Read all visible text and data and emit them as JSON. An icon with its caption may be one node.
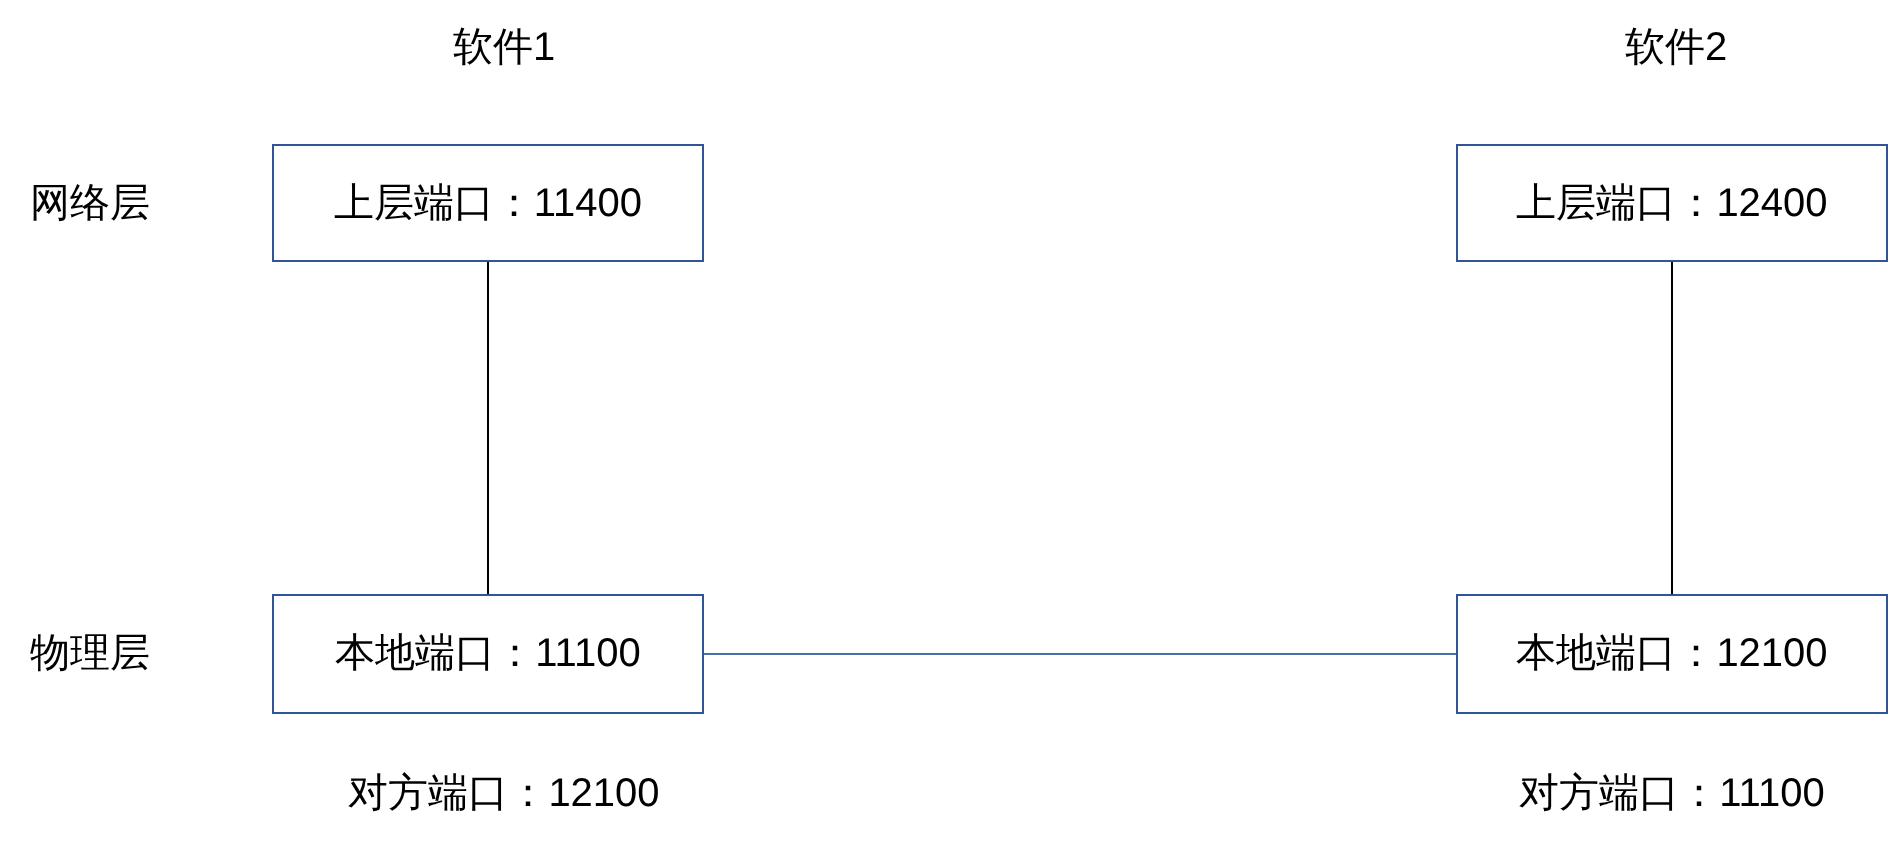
{
  "diagram": {
    "nodes": [
      {
        "text": [
          "上层端口：11400"
        ]
      },
      {
        "text": [
          "本地端口：11100"
        ],
        "beside": [
          "对方端口：12100"
        ]
      },
      {
        "text": [
          "上层端口：12400"
        ]
      },
      {
        "text": [
          "本地端口：12100"
        ],
        "beside": [
          "对方端口：11100"
        ]
      }
    ],
    "edges": [
      {
        "from": 0,
        "to": 1,
        "arrow": "none"
      },
      {
        "from": 2,
        "to": 3,
        "arrow": "none"
      },
      {
        "from": 1,
        "to": 3,
        "arrow": "none",
        "color": "#4a6fb0"
      }
    ],
    "labels": [
      "软件1",
      "软件2",
      "网络层",
      "物理层"
    ]
  }
}
